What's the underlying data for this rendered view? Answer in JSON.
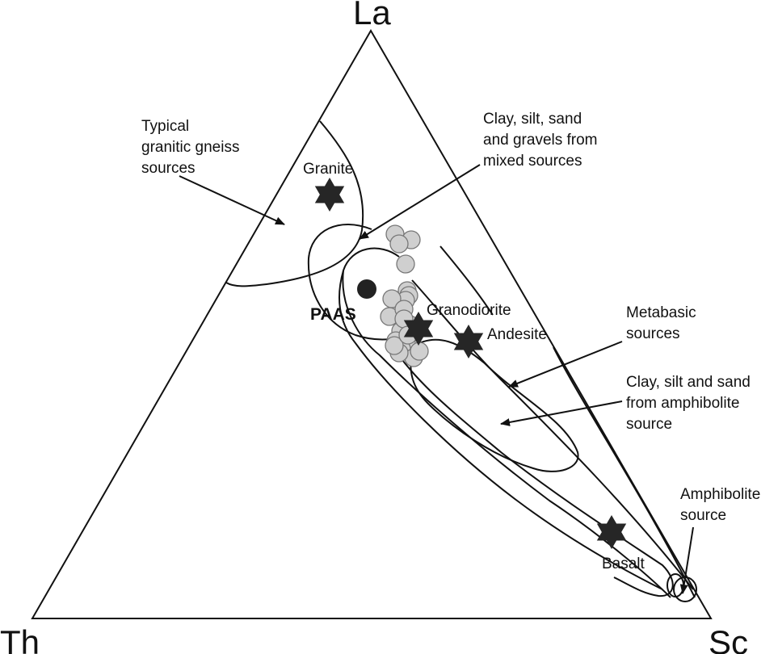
{
  "diagram": {
    "type": "ternary",
    "apices": {
      "top": "La",
      "left": "Th",
      "right": "Sc"
    },
    "colors": {
      "line": "#111111",
      "sample_fill": "#cfcfcf",
      "sample_stroke": "#777777",
      "reference_fill": "#262626"
    },
    "reference_points": [
      {
        "id": "granite",
        "label": "Granite",
        "marker": "star"
      },
      {
        "id": "granodiorite",
        "label": "Granodiorite",
        "marker": "star"
      },
      {
        "id": "andesite",
        "label": "Andesite",
        "marker": "star"
      },
      {
        "id": "basalt",
        "label": "Basalt",
        "marker": "star"
      },
      {
        "id": "paas",
        "label": "PAAS",
        "marker": "filled-circle"
      }
    ],
    "field_annotations": [
      {
        "id": "granitic-gneiss",
        "lines": [
          "Typical",
          "granitic gneiss",
          "sources"
        ]
      },
      {
        "id": "mixed-sources",
        "lines": [
          "Clay, silt, sand",
          "and gravels from",
          "mixed sources"
        ]
      },
      {
        "id": "metabasic",
        "lines": [
          "Metabasic",
          "sources"
        ]
      },
      {
        "id": "amphibolite-clay",
        "lines": [
          "Clay, silt and sand",
          "from amphibolite",
          "source"
        ]
      },
      {
        "id": "amphibolite-source",
        "lines": [
          "Amphibolite",
          "source"
        ]
      }
    ],
    "sample_count": 22
  }
}
